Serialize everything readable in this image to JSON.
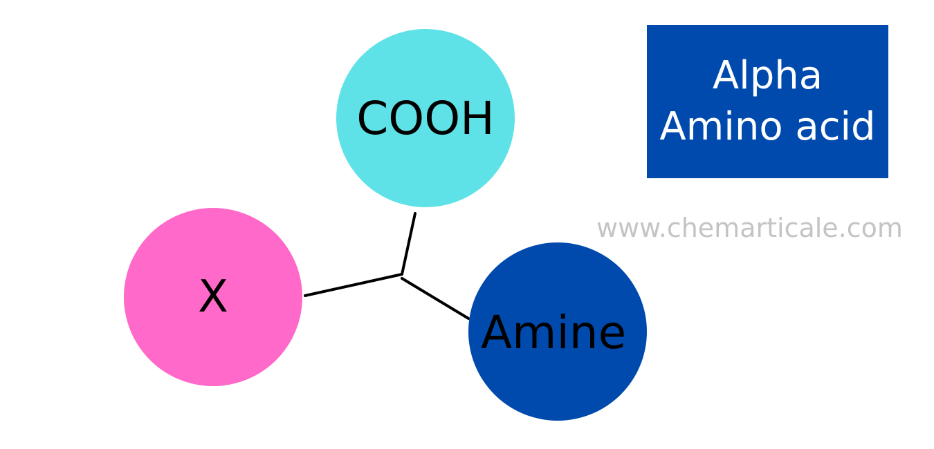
{
  "diagram": {
    "nodes": {
      "cooh": {
        "label": "COOH",
        "color": "#5ee2e8"
      },
      "x": {
        "label": "X",
        "color": "#ff69c9"
      },
      "amine": {
        "label": "Amine",
        "color": "#004aad"
      }
    },
    "bond_color": "#000000"
  },
  "title_box": {
    "line1": "Alpha",
    "line2": "Amino acid",
    "background": "#004aad",
    "text_color": "#ffffff"
  },
  "watermark": {
    "text": "www.chemarticale.com",
    "color": "#c4c4c4"
  }
}
